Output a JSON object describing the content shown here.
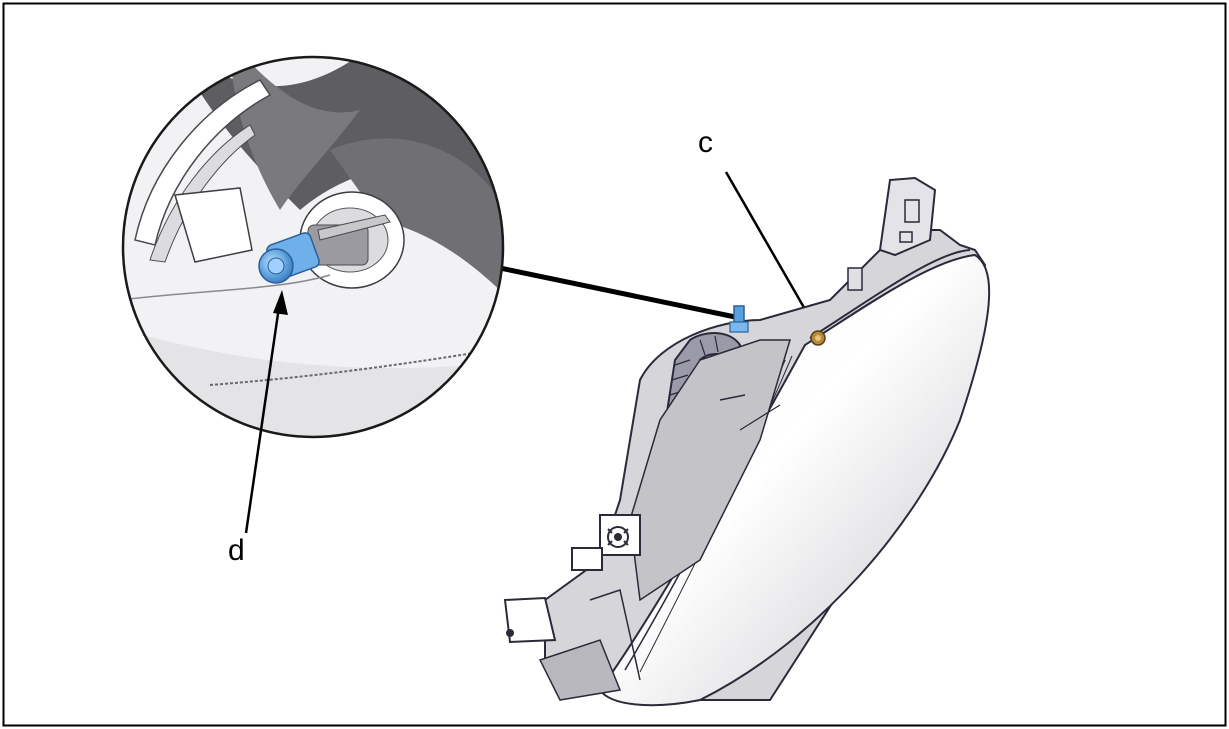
{
  "callouts": {
    "c": "c",
    "d": "d"
  },
  "colors": {
    "frame": "#000000",
    "fastener_blue": "#5aa0dc",
    "fastener_gold": "#b38a3c",
    "part_outline": "#2a2a3a",
    "part_fill": "#e8e8ec"
  },
  "icons": [
    "magnified-detail-circle",
    "leader-arrow",
    "blue-clip",
    "gold-screw"
  ]
}
